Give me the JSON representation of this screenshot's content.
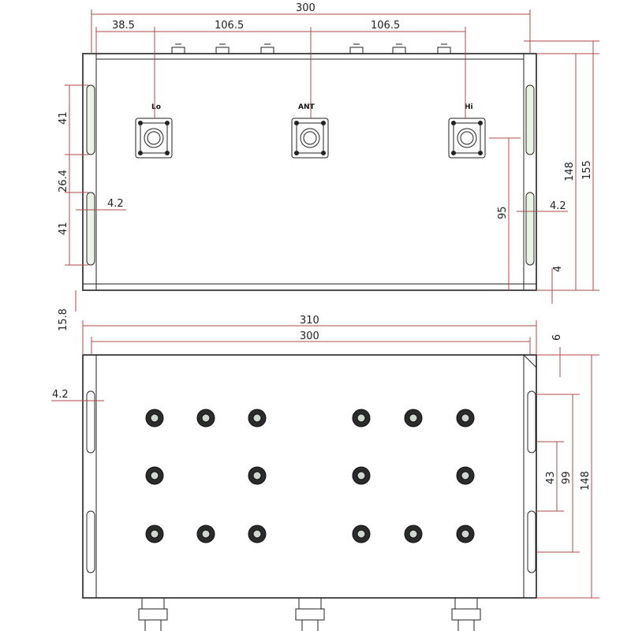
{
  "top_view": {
    "dims": {
      "overall_width": "300",
      "offset_left": "38.5",
      "spacing_1": "106.5",
      "spacing_2": "106.5",
      "height_inner": "148",
      "height_overall": "155",
      "slot_upper_length": "41",
      "slot_gap": "26.4",
      "slot_lower_length": "41",
      "slot_width_left": "4.2",
      "slot_width_right": "4.2",
      "port_height": "95",
      "base_thickness": "4",
      "bottom_offset": "15.8"
    },
    "port_labels": [
      "Lo",
      "ANT",
      "Hi"
    ]
  },
  "bottom_view": {
    "dims": {
      "overall_width": "310",
      "inner_width": "300",
      "top_offset": "6",
      "slot_width": "4.2",
      "hole_pitch": "43",
      "hole_span": "99",
      "height": "148"
    }
  }
}
